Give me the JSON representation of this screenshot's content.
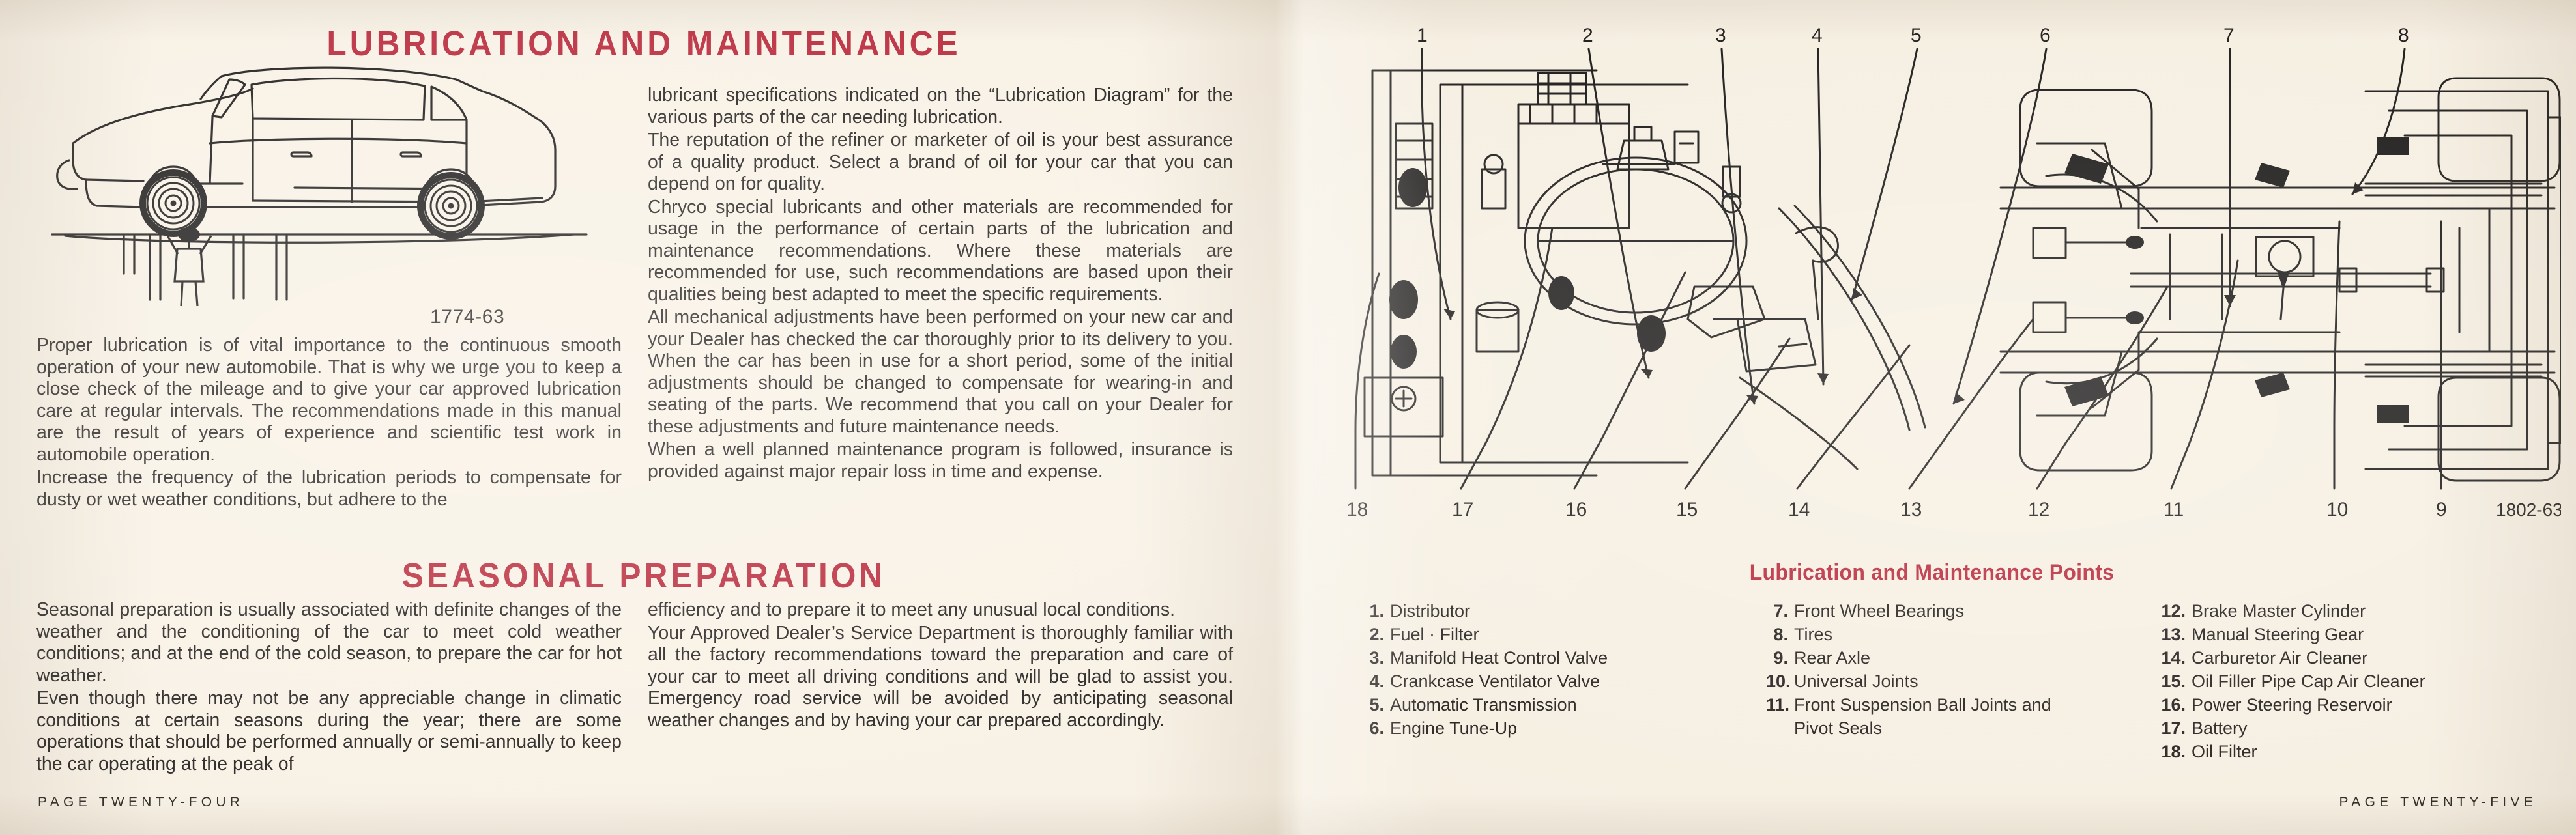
{
  "left_page": {
    "title": "LUBRICATION AND MAINTENANCE",
    "illustration_caption": "1774-63",
    "section_title": "SEASONAL PREPARATION",
    "page_number": "PAGE TWENTY-FOUR",
    "column_left_top": [
      "Proper lubrication is of vital importance to the continuous smooth operation of your new automobile. That is why we urge you to keep a close check of the mileage and to give your car approved lubrication care at regular intervals. The recommendations made in this manual are the result of years of experience and scientific test work in automobile operation.",
      "Increase the frequency of the lubrication periods to compensate for dusty or wet weather conditions, but adhere to the"
    ],
    "column_right_top": [
      "lubricant specifications indicated on the “Lubrication Diagram” for the various parts of the car needing lubrication.",
      "The reputation of the refiner or marketer of oil is your best assurance of a quality product. Select a brand of oil for your car that you can depend on for quality.",
      "Chryco special lubricants and other materials are recommended for usage in the performance of certain parts of the lubrication and maintenance recommendations. Where these materials are recommended for use, such recommendations are based upon their qualities being best adapted to meet the specific requirements.",
      "All mechanical adjustments have been performed on your new car and your Dealer has checked the car thoroughly prior to its delivery to you. When the car has been in use for a short period, some of the initial adjustments should be changed to compensate for wearing-in and seating of the parts. We recommend that you call on your Dealer for these adjustments and future maintenance needs.",
      "When a well planned maintenance program is followed, insurance is provided against major repair loss in time and expense."
    ],
    "column_left_bottom": [
      "Seasonal preparation is usually associated with definite changes of the weather and the conditioning of the car to meet cold weather conditions; and at the end of the cold season, to prepare the car for hot weather.",
      "Even though there may not be any appreciable change in climatic conditions at certain seasons during the year; there are some operations that should be performed annually or semi-annually to keep the car operating at the peak of"
    ],
    "column_right_bottom": [
      "efficiency and to prepare it to meet any unusual local conditions.",
      "Your Approved Dealer’s Service Department is thoroughly familiar with all the factory recommendations toward the preparation and care of your car to meet all driving conditions and will be glad to assist you. Emergency road service will be avoided by anticipating seasonal weather changes and by having your car prepared accordingly."
    ]
  },
  "right_page": {
    "diagram_caption": "1802-63",
    "legend_title": "Lubrication and Maintenance Points",
    "page_number": "PAGE TWENTY-FIVE",
    "callouts_top": [
      "1",
      "2",
      "3",
      "4",
      "5",
      "6",
      "7",
      "8"
    ],
    "callouts_bottom": [
      "18",
      "17",
      "16",
      "15",
      "14",
      "13",
      "12",
      "11",
      "10",
      "9"
    ],
    "legend_columns": [
      [
        {
          "num": "1.",
          "label": "Distributor"
        },
        {
          "num": "2.",
          "label": "Fuel · Filter"
        },
        {
          "num": "3.",
          "label": "Manifold Heat Control Valve"
        },
        {
          "num": "4.",
          "label": "Crankcase Ventilator Valve"
        },
        {
          "num": "5.",
          "label": "Automatic Transmission"
        },
        {
          "num": "6.",
          "label": "Engine Tune-Up"
        }
      ],
      [
        {
          "num": "7.",
          "label": "Front Wheel Bearings"
        },
        {
          "num": "8.",
          "label": "Tires"
        },
        {
          "num": "9.",
          "label": "Rear Axle"
        },
        {
          "num": "10.",
          "label": "Universal Joints"
        },
        {
          "num": "11.",
          "label": "Front Suspension Ball Joints and",
          "cont": "Pivot Seals"
        }
      ],
      [
        {
          "num": "12.",
          "label": "Brake Master Cylinder"
        },
        {
          "num": "13.",
          "label": "Manual Steering Gear"
        },
        {
          "num": "14.",
          "label": "Carburetor Air Cleaner"
        },
        {
          "num": "15.",
          "label": "Oil Filler Pipe Cap Air Cleaner"
        },
        {
          "num": "16.",
          "label": "Power Steering Reservoir"
        },
        {
          "num": "17.",
          "label": "Battery"
        },
        {
          "num": "18.",
          "label": "Oil Filter"
        }
      ]
    ]
  },
  "colors": {
    "heading_red": "#b9283a",
    "ink": "#262322",
    "paper": "#f7f0e4"
  }
}
